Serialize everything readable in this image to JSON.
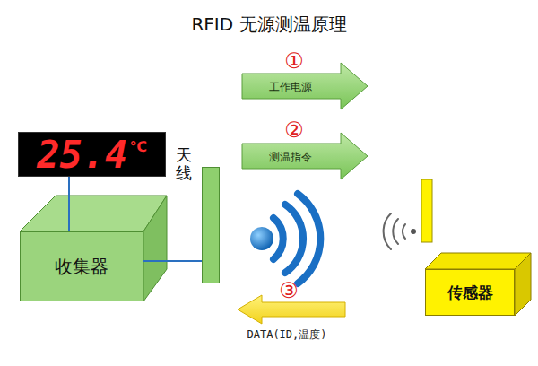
{
  "diagram": {
    "title": "RFID 无源测温原理",
    "nodes": [
      {
        "text": [
          "25.4",
          "℃"
        ]
      },
      {
        "text": [
          "收集器"
        ]
      },
      {
        "text": [
          "天线"
        ]
      },
      {
        "text": [
          "传感器"
        ]
      }
    ],
    "edges": [
      {
        "from": 0,
        "to": 1,
        "arrow": "none"
      },
      {
        "from": 1,
        "to": 2,
        "arrow": "none"
      }
    ],
    "labels": [
      "①",
      "工作电源",
      "②",
      "测温指令",
      "③",
      "DATA(ID,温度)"
    ]
  }
}
